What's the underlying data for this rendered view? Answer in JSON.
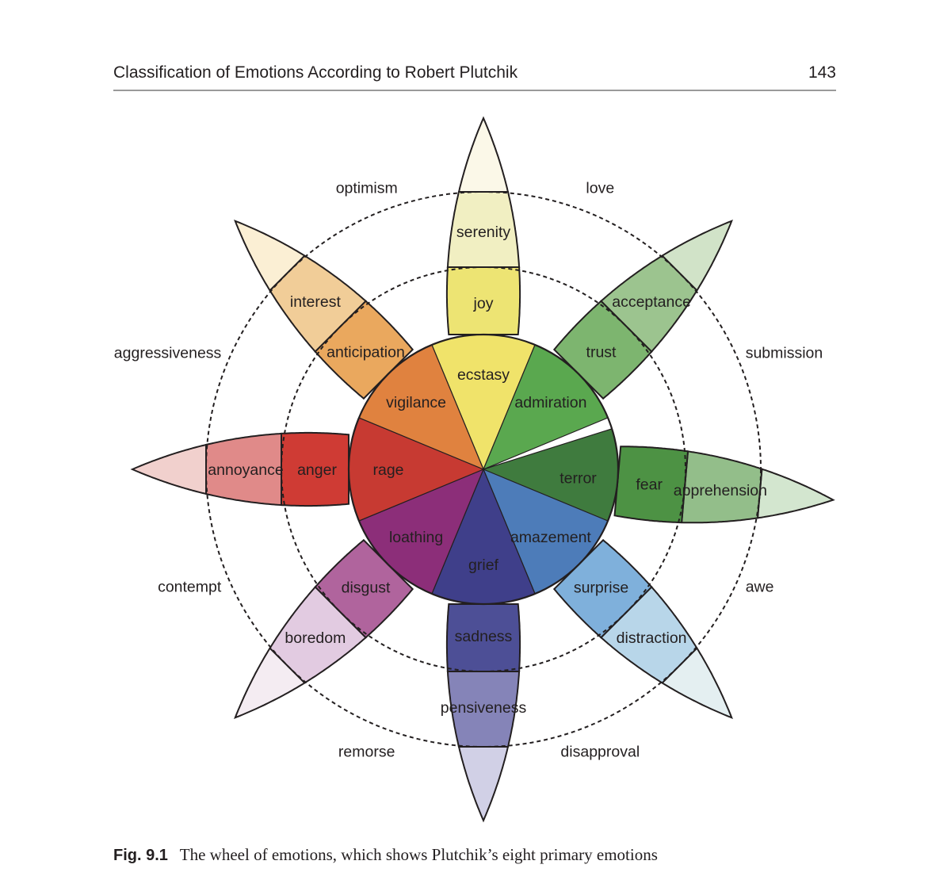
{
  "header": {
    "title": "Classification of Emotions According to Robert Plutchik",
    "page_number": "143"
  },
  "wheel": {
    "petals": [
      {
        "key": "joy",
        "inner": "ecstasy",
        "middle": "joy",
        "outer": "serenity",
        "colors": [
          "#f0e36a",
          "#ede473",
          "#f1efc2",
          "#fbf8e8"
        ]
      },
      {
        "key": "trust",
        "inner": "admiration",
        "middle": "trust",
        "outer": "acceptance",
        "colors": [
          "#5aa84f",
          "#7db56f",
          "#9cc48f",
          "#d1e3c8"
        ]
      },
      {
        "key": "fear",
        "inner": "terror",
        "middle": "fear",
        "outer": "apprehension",
        "colors": [
          "#3f7b3e",
          "#4d9244",
          "#93be8a",
          "#d3e6cf"
        ]
      },
      {
        "key": "surprise",
        "inner": "amazement",
        "middle": "surprise",
        "outer": "distraction",
        "colors": [
          "#4d7cb9",
          "#7fb0db",
          "#b8d6e9",
          "#e4eff1"
        ]
      },
      {
        "key": "sadness",
        "inner": "grief",
        "middle": "sadness",
        "outer": "pensiveness",
        "colors": [
          "#3f3f8a",
          "#4d4f96",
          "#8584b8",
          "#d1d0e6"
        ]
      },
      {
        "key": "disgust",
        "inner": "loathing",
        "middle": "disgust",
        "outer": "boredom",
        "colors": [
          "#8c2e79",
          "#b0649d",
          "#e2cbe1",
          "#f4ecf2"
        ]
      },
      {
        "key": "anger",
        "inner": "rage",
        "middle": "anger",
        "outer": "annoyance",
        "colors": [
          "#c73a32",
          "#cf3b34",
          "#e08a89",
          "#f1d0cd"
        ]
      },
      {
        "key": "anticipation",
        "inner": "vigilance",
        "middle": "anticipation",
        "outer": "interest",
        "colors": [
          "#e0823f",
          "#eaa85e",
          "#f1cd98",
          "#fbefd4"
        ]
      }
    ],
    "dyads": [
      "love",
      "submission",
      "awe",
      "disapproval",
      "remorse",
      "contempt",
      "aggressiveness",
      "optimism"
    ]
  },
  "caption": {
    "label": "Fig. 9.1",
    "text": "The wheel of emotions, which shows Plutchik’s eight primary emotions"
  }
}
